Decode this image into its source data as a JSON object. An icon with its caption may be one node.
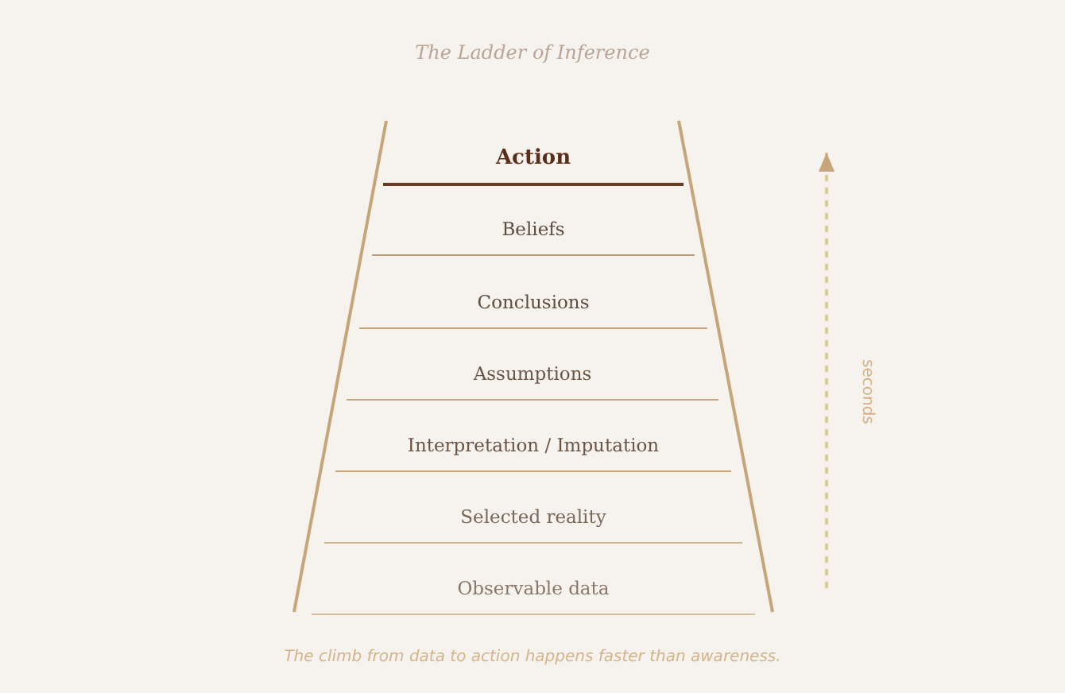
{
  "diagram": {
    "title": "The Ladder of Inference",
    "caption": "The climb from data to action happens faster than awareness.",
    "nodes": [
      {
        "text": [
          "Action"
        ]
      },
      {
        "text": [
          "Beliefs"
        ]
      },
      {
        "text": [
          "Conclusions"
        ]
      },
      {
        "text": [
          "Assumptions"
        ]
      },
      {
        "text": [
          "Interpretation / Imputation"
        ]
      },
      {
        "text": [
          "Selected reality"
        ]
      },
      {
        "text": [
          "Observable data"
        ]
      }
    ],
    "edges": [],
    "labels": [
      "seconds"
    ]
  }
}
